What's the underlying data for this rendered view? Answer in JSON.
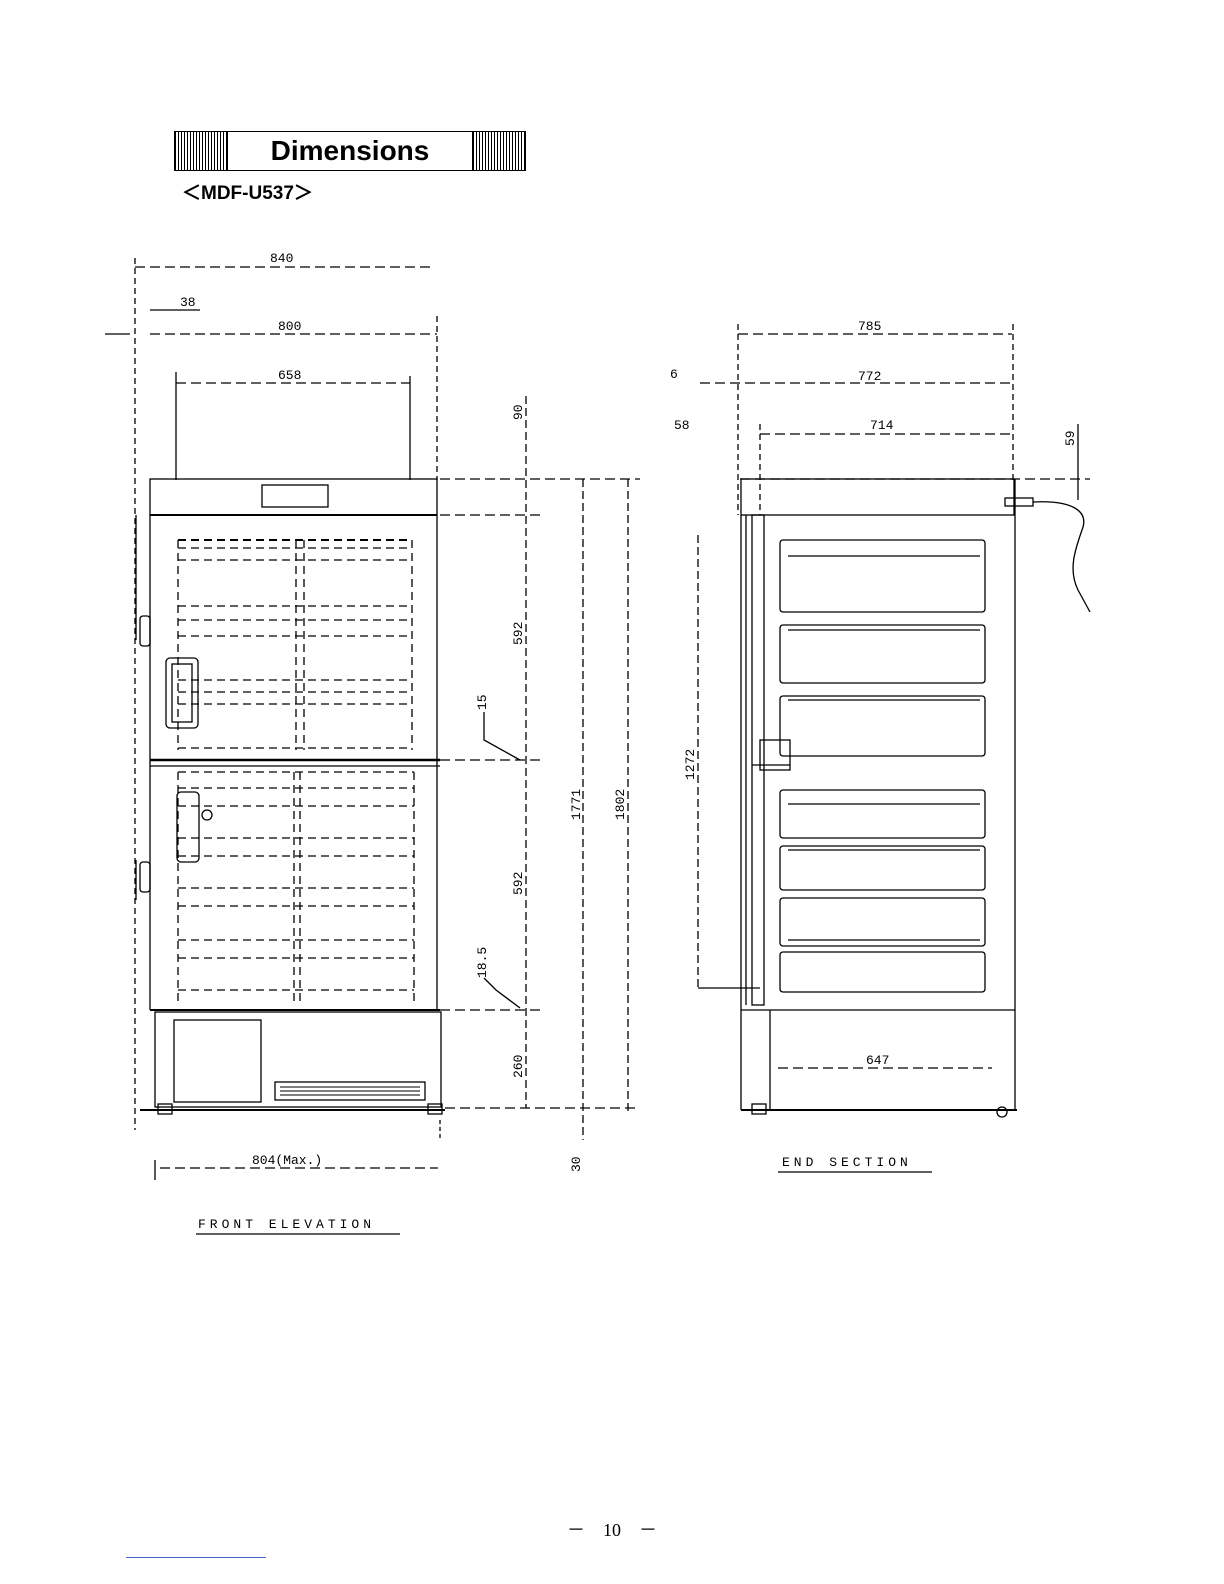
{
  "header": {
    "title": "Dimensions",
    "model": "＜MDF-U537＞"
  },
  "front_elevation": {
    "caption": "FRONT ELEVATION",
    "dimensions": {
      "overall_width": "840",
      "side_offset": "38",
      "body_width": "800",
      "inner_width": "658",
      "top_height": "90",
      "upper_compartment": "592",
      "gap": "15",
      "total_body_height": "1771",
      "overall_height": "1802",
      "lower_compartment": "592",
      "lower_gap": "18.5",
      "base_height": "260",
      "door_swing": "804(Max.)",
      "foot": "30"
    }
  },
  "end_section": {
    "caption": "END SECTION",
    "dimensions": {
      "overall_depth": "785",
      "gap_left": "6",
      "depth_772": "772",
      "door_thickness": "58",
      "inner_depth": "714",
      "cord_offset": "59",
      "inner_height": "1272",
      "base_depth": "647"
    }
  },
  "footer": {
    "page_number": "－　10　－"
  }
}
